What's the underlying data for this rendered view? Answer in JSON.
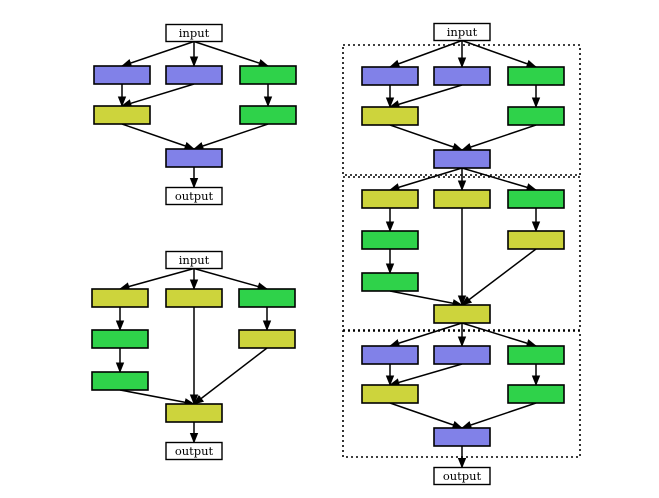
{
  "colors": {
    "blue": "#8181e8",
    "yellow": "#cdd43c",
    "green": "#2fd24a",
    "stroke": "#000000",
    "background": "#ffffff"
  },
  "labels": {
    "input": "input",
    "output": "output"
  },
  "cells": {
    "cell_a": {
      "row1": [
        "blue",
        "blue",
        "green"
      ],
      "row2": [
        "yellow",
        "green"
      ],
      "merge": "blue"
    },
    "cell_b": {
      "col1": [
        "yellow",
        "green",
        "green"
      ],
      "col2": [
        "yellow"
      ],
      "col3": [
        "green",
        "yellow"
      ],
      "merge": "yellow"
    },
    "stacked": [
      "cell_a",
      "cell_b",
      "cell_a"
    ]
  }
}
